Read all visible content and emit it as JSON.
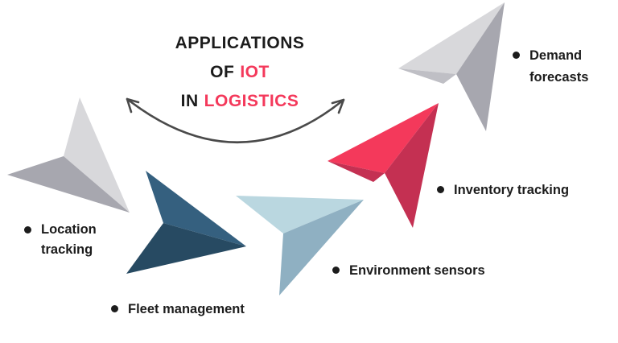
{
  "colors": {
    "bg": "#ffffff",
    "text": "#1c1c1c",
    "accent": "#f4395b",
    "arrow": "#4a4a4a",
    "plane_gray_light": "#d8d8db",
    "plane_gray_mid": "#bfbfc5",
    "plane_gray_dark": "#a7a7af",
    "plane_red_light": "#f4395b",
    "plane_red_dark": "#c43052",
    "plane_blue_light": "#bad7e0",
    "plane_blue_mid": "#8fb0c2",
    "plane_navy_light": "#35607f",
    "plane_navy_dark": "#274a62"
  },
  "title": {
    "line1": "APPLICATIONS",
    "line2_black": "OF",
    "line2_accent": "IOT",
    "line3_black": "IN",
    "line3_accent": "LOGISTICS"
  },
  "labels": {
    "demand": {
      "line1": "Demand",
      "line2": "forecasts"
    },
    "inventory": {
      "line1": "Inventory tracking"
    },
    "environment": {
      "line1": "Environment sensors"
    },
    "fleet": {
      "line1": "Fleet management"
    },
    "location": {
      "line1": "Location",
      "line2": "tracking"
    }
  }
}
